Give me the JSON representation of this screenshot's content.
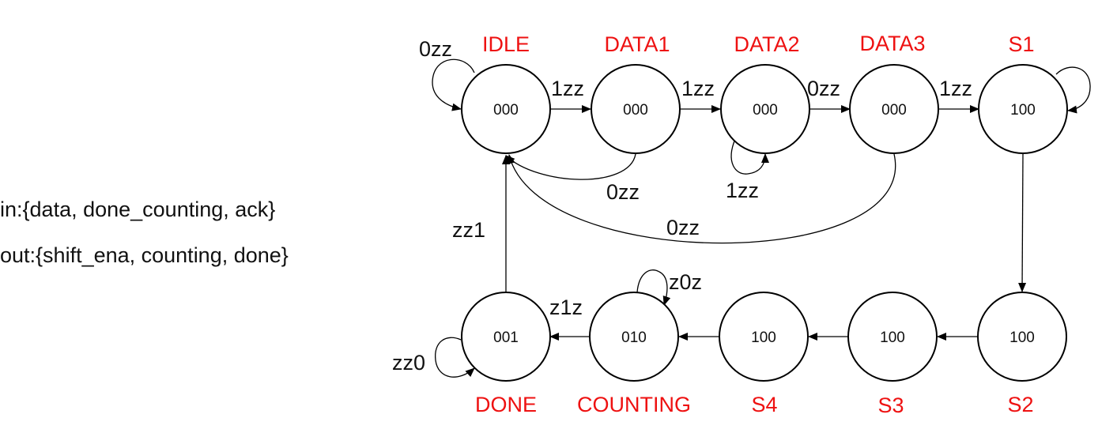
{
  "legend": {
    "inputs": "in:{data, done_counting, ack}",
    "outputs": "out:{shift_ena, counting, done}"
  },
  "colors": {
    "state_name": "#ee1111",
    "stroke": "#000000"
  },
  "states": [
    {
      "id": "idle",
      "name": "IDLE",
      "output": "000"
    },
    {
      "id": "data1",
      "name": "DATA1",
      "output": "000"
    },
    {
      "id": "data2",
      "name": "DATA2",
      "output": "000"
    },
    {
      "id": "data3",
      "name": "DATA3",
      "output": "000"
    },
    {
      "id": "s1",
      "name": "S1",
      "output": "100"
    },
    {
      "id": "s2",
      "name": "S2",
      "output": "100"
    },
    {
      "id": "s3",
      "name": "S3",
      "output": "100"
    },
    {
      "id": "s4",
      "name": "S4",
      "output": "100"
    },
    {
      "id": "counting",
      "name": "COUNTING",
      "output": "010"
    },
    {
      "id": "done",
      "name": "DONE",
      "output": "001"
    }
  ],
  "transitions": [
    {
      "id": "idle-self",
      "from": "idle",
      "to": "idle",
      "label": "0zz"
    },
    {
      "id": "idle-data1",
      "from": "idle",
      "to": "data1",
      "label": "1zz"
    },
    {
      "id": "data1-data2",
      "from": "data1",
      "to": "data2",
      "label": "1zz"
    },
    {
      "id": "data2-data3",
      "from": "data2",
      "to": "data3",
      "label": "0zz"
    },
    {
      "id": "data3-s1",
      "from": "data3",
      "to": "s1",
      "label": "1zz"
    },
    {
      "id": "data1-idle",
      "from": "data1",
      "to": "idle",
      "label": "0zz"
    },
    {
      "id": "data2-self",
      "from": "data2",
      "to": "data2",
      "label": "1zz"
    },
    {
      "id": "data3-idle",
      "from": "data3",
      "to": "idle",
      "label": "0zz"
    },
    {
      "id": "s1-self",
      "from": "s1",
      "to": "s1",
      "label": ""
    },
    {
      "id": "s1-s2",
      "from": "s1",
      "to": "s2",
      "label": ""
    },
    {
      "id": "s2-s3",
      "from": "s2",
      "to": "s3",
      "label": ""
    },
    {
      "id": "s3-s4",
      "from": "s3",
      "to": "s4",
      "label": ""
    },
    {
      "id": "s4-counting",
      "from": "s4",
      "to": "counting",
      "label": ""
    },
    {
      "id": "counting-self",
      "from": "counting",
      "to": "counting",
      "label": "z0z"
    },
    {
      "id": "counting-done",
      "from": "counting",
      "to": "done",
      "label": "z1z"
    },
    {
      "id": "done-self",
      "from": "done",
      "to": "done",
      "label": "zz0"
    },
    {
      "id": "done-idle",
      "from": "done",
      "to": "idle",
      "label": "zz1"
    }
  ]
}
